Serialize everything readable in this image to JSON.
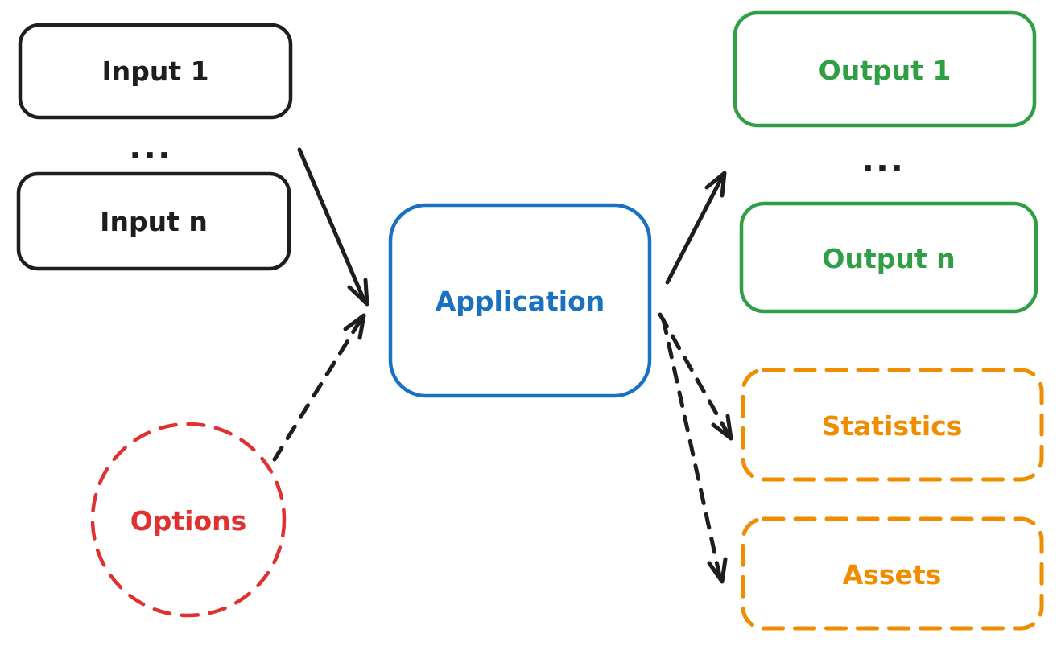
{
  "colors": {
    "black": "#1e1e1e",
    "blue": "#1971c2",
    "green": "#2f9e44",
    "orange": "#f08c00",
    "red": "#e03131",
    "background": "#ffffff"
  },
  "nodes": {
    "input1": {
      "label": "Input 1",
      "color": "#1e1e1e",
      "shape": "rounded-rect",
      "border": "solid"
    },
    "input_ellipsis": {
      "label": "...",
      "color": "#1e1e1e"
    },
    "inputn": {
      "label": "Input n",
      "color": "#1e1e1e",
      "shape": "rounded-rect",
      "border": "solid"
    },
    "application": {
      "label": "Application",
      "color": "#1971c2",
      "shape": "rounded-rect",
      "border": "solid"
    },
    "output1": {
      "label": "Output 1",
      "color": "#2f9e44",
      "shape": "rounded-rect",
      "border": "solid"
    },
    "output_ellipsis": {
      "label": "...",
      "color": "#1e1e1e"
    },
    "outputn": {
      "label": "Output n",
      "color": "#2f9e44",
      "shape": "rounded-rect",
      "border": "solid"
    },
    "statistics": {
      "label": "Statistics",
      "color": "#f08c00",
      "shape": "rounded-rect",
      "border": "dashed"
    },
    "assets": {
      "label": "Assets",
      "color": "#f08c00",
      "shape": "rounded-rect",
      "border": "dashed"
    },
    "options": {
      "label": "Options",
      "color": "#e03131",
      "shape": "circle",
      "border": "dashed"
    }
  },
  "edges": [
    {
      "from": "inputs",
      "to": "application",
      "style": "solid",
      "color": "#1e1e1e"
    },
    {
      "from": "options",
      "to": "application",
      "style": "dashed",
      "color": "#1e1e1e"
    },
    {
      "from": "application",
      "to": "outputs",
      "style": "solid",
      "color": "#1e1e1e"
    },
    {
      "from": "application",
      "to": "statistics",
      "style": "dashed",
      "color": "#1e1e1e"
    },
    {
      "from": "application",
      "to": "assets",
      "style": "dashed",
      "color": "#1e1e1e"
    }
  ]
}
